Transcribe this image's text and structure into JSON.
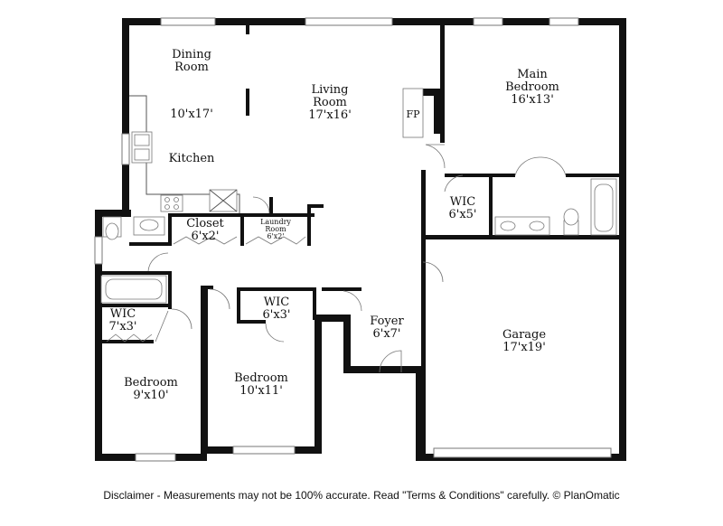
{
  "rooms": {
    "dining": {
      "name_line1": "Dining",
      "name_line2": "Room",
      "size": "10'x17'"
    },
    "kitchen": {
      "name": "Kitchen"
    },
    "living": {
      "name_line1": "Living",
      "name_line2": "Room",
      "size": "17'x16'"
    },
    "fireplace": {
      "name": "FP"
    },
    "main_bedroom": {
      "name_line1": "Main",
      "name_line2": "Bedroom",
      "size": "16'x13'"
    },
    "wic_main": {
      "name": "WIC",
      "size": "6'x5'"
    },
    "closet": {
      "name": "Closet",
      "size": "6'x2'"
    },
    "laundry": {
      "name_line1": "Laundry",
      "name_line2": "Room",
      "size": "6'x2'"
    },
    "wic_left": {
      "name": "WIC",
      "size": "7'x3'"
    },
    "wic_mid": {
      "name": "WIC",
      "size": "6'x3'"
    },
    "bedroom_left": {
      "name": "Bedroom",
      "size": "9'x10'"
    },
    "bedroom_mid": {
      "name": "Bedroom",
      "size": "10'x11'"
    },
    "foyer": {
      "name": "Foyer",
      "size": "6'x7'"
    },
    "garage": {
      "name": "Garage",
      "size": "17'x19'"
    }
  },
  "disclaimer": "Disclaimer - Measurements may not be 100% accurate. Read \"Terms & Conditions\" carefully. © PlanOmatic"
}
